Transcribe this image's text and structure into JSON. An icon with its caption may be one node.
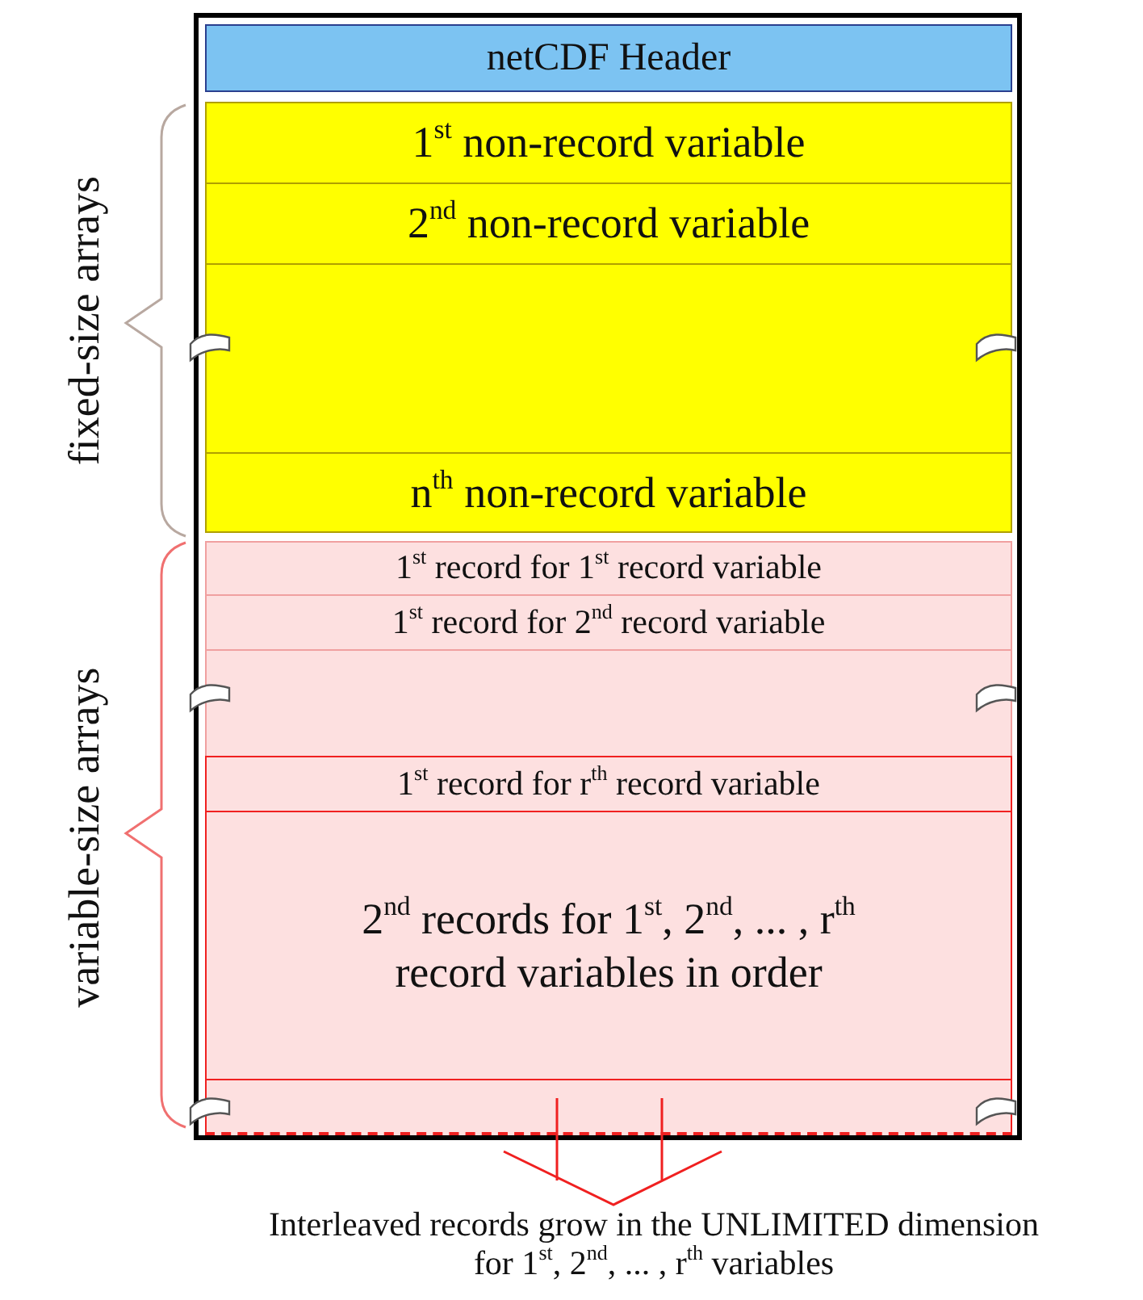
{
  "diagram": {
    "nodes": [
      {
        "text": [],
        "shape": "box"
      },
      {
        "text": [
          "netCDF Header"
        ],
        "in": 0
      },
      {
        "text": [
          "1$^{st}$ non-record variable"
        ],
        "in": 0
      },
      {
        "text": [
          "2$^{nd}$ non-record variable"
        ],
        "in": 0
      },
      {
        "text": [],
        "shape": "box",
        "in": 0
      },
      {
        "text": [
          "n$^{th}$ non-record variable"
        ],
        "in": 0
      },
      {
        "text": [
          "1$^{st}$ record for 1$^{st}$ record variable"
        ],
        "in": 0
      },
      {
        "text": [
          "1$^{st}$ record for 2$^{nd}$ record variable"
        ],
        "in": 0
      },
      {
        "text": [],
        "shape": "box",
        "in": 0
      },
      {
        "text": [
          "1$^{st}$ record for r$^{th}$ record variable"
        ],
        "in": 0
      },
      {
        "text": [
          "2$^{nd}$ records for 1$^{st}$, 2$^{nd}$, ... , r$^{th}$ record variables in order"
        ],
        "in": 0
      },
      {
        "text": [],
        "shape": "box",
        "in": 0
      }
    ],
    "labels": [
      "fixed-size arrays",
      "variable-size arrays",
      "Interleaved records grow in the UNLIMITED dimension for 1$^{st}$, 2$^{nd}$, ... , r$^{th}$ variables"
    ]
  }
}
